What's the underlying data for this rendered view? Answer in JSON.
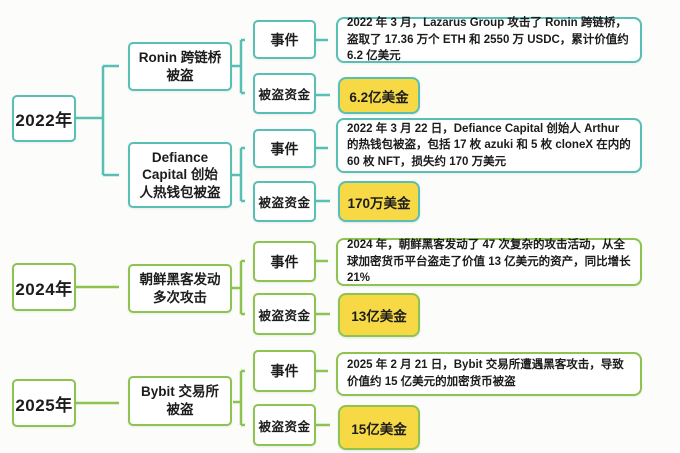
{
  "colors": {
    "teal_accent": "#57bfb4",
    "green_accent": "#8dc351",
    "amount_fill": "#f6d944",
    "box_background": "#ffffff",
    "text": "#1c1c1c"
  },
  "shared": {
    "event_label": "事件",
    "funds_label": "被盗资金"
  },
  "sections": [
    {
      "year": "2022年",
      "theme": "teal",
      "branches": [
        {
          "topic": "Ronin 跨链桥被盗",
          "description": "2022 年 3 月，Lazarus Group 攻击了 Ronin 跨链桥，盗取了 17.36 万个 ETH 和 2550 万 USDC，累计价值约 6.2 亿美元",
          "amount": "6.2亿美金"
        },
        {
          "topic": "Defiance Capital 创始人热钱包被盗",
          "description": "2022 年 3 月 22 日，Defiance Capital 创始人 Arthur 的热钱包被盗，包括 17 枚 azuki 和 5 枚 cloneX 在内的 60 枚 NFT，损失约 170 万美元",
          "amount": "170万美金"
        }
      ]
    },
    {
      "year": "2024年",
      "theme": "green",
      "branches": [
        {
          "topic": "朝鲜黑客发动多次攻击",
          "description": "2024 年，朝鲜黑客发动了 47 次复杂的攻击活动，从全球加密货币平台盗走了价值 13 亿美元的资产，同比增长 21%",
          "amount": "13亿美金"
        }
      ]
    },
    {
      "year": "2025年",
      "theme": "green",
      "branches": [
        {
          "topic": "Bybit 交易所被盗",
          "description": "2025 年 2 月 21 日，Bybit 交易所遭遇黑客攻击，导致价值约 15 亿美元的加密货币被盗",
          "amount": "15亿美金"
        }
      ]
    }
  ]
}
